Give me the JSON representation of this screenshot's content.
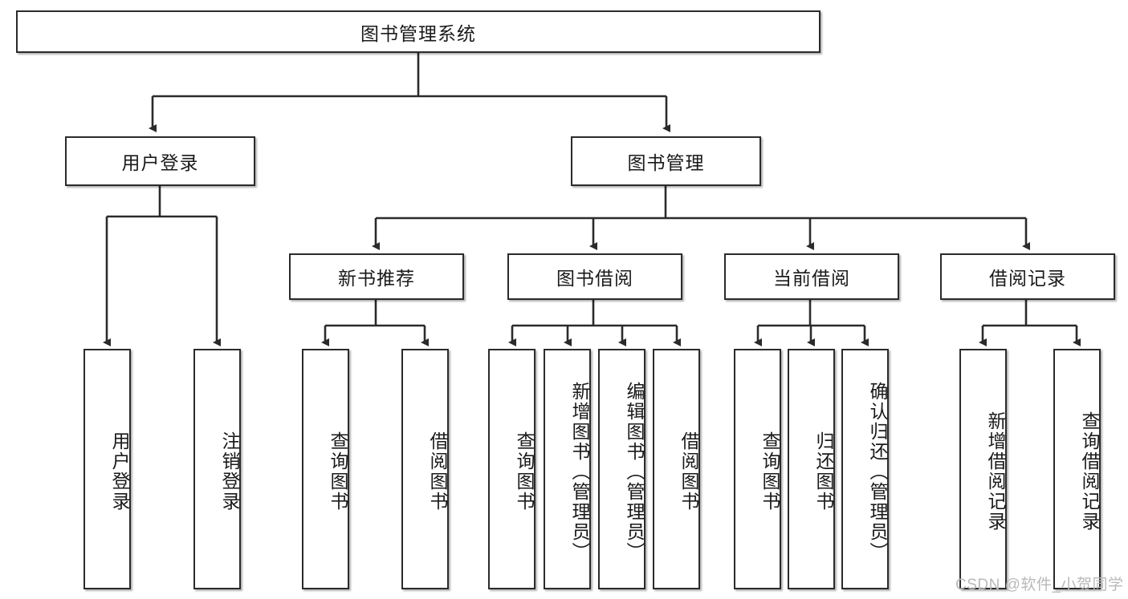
{
  "diagram": {
    "type": "tree",
    "title": "图书管理系统",
    "root": {
      "id": "root",
      "label": "图书管理系统"
    },
    "level2": [
      {
        "id": "login",
        "label": "用户登录"
      },
      {
        "id": "bookmgr",
        "label": "图书管理"
      }
    ],
    "level3": [
      {
        "id": "newbook",
        "label": "新书推荐",
        "parent": "bookmgr"
      },
      {
        "id": "borrow",
        "label": "图书借阅",
        "parent": "bookmgr"
      },
      {
        "id": "current",
        "label": "当前借阅",
        "parent": "bookmgr"
      },
      {
        "id": "record",
        "label": "借阅记录",
        "parent": "bookmgr"
      }
    ],
    "leaves": [
      {
        "id": "l1",
        "label": "用户登录",
        "parent": "login"
      },
      {
        "id": "l2",
        "label": "注销登录",
        "parent": "login"
      },
      {
        "id": "l3",
        "label": "查询图书",
        "parent": "newbook"
      },
      {
        "id": "l4",
        "label": "借阅图书",
        "parent": "newbook"
      },
      {
        "id": "l5",
        "label": "查询图书",
        "parent": "borrow"
      },
      {
        "id": "l6",
        "label": "新增图书（管理员）",
        "parent": "borrow"
      },
      {
        "id": "l7",
        "label": "编辑图书（管理员）",
        "parent": "borrow"
      },
      {
        "id": "l8",
        "label": "借阅图书",
        "parent": "borrow"
      },
      {
        "id": "l9",
        "label": "查询图书",
        "parent": "current"
      },
      {
        "id": "l10",
        "label": "归还图书",
        "parent": "current"
      },
      {
        "id": "l11",
        "label": "确认归还（管理员）",
        "parent": "current"
      },
      {
        "id": "l12",
        "label": "新增借阅记录",
        "parent": "record"
      },
      {
        "id": "l13",
        "label": "查询借阅记录",
        "parent": "record"
      }
    ],
    "colors": {
      "box_border": "#2b2b2b",
      "box_fill": "#ffffff",
      "connector": "#2b2b2b",
      "text": "#1a1a1a",
      "watermark": "#b9b9b9",
      "background": "#ffffff"
    }
  },
  "watermark": {
    "text": "CSDN @软件_小贺同学"
  }
}
